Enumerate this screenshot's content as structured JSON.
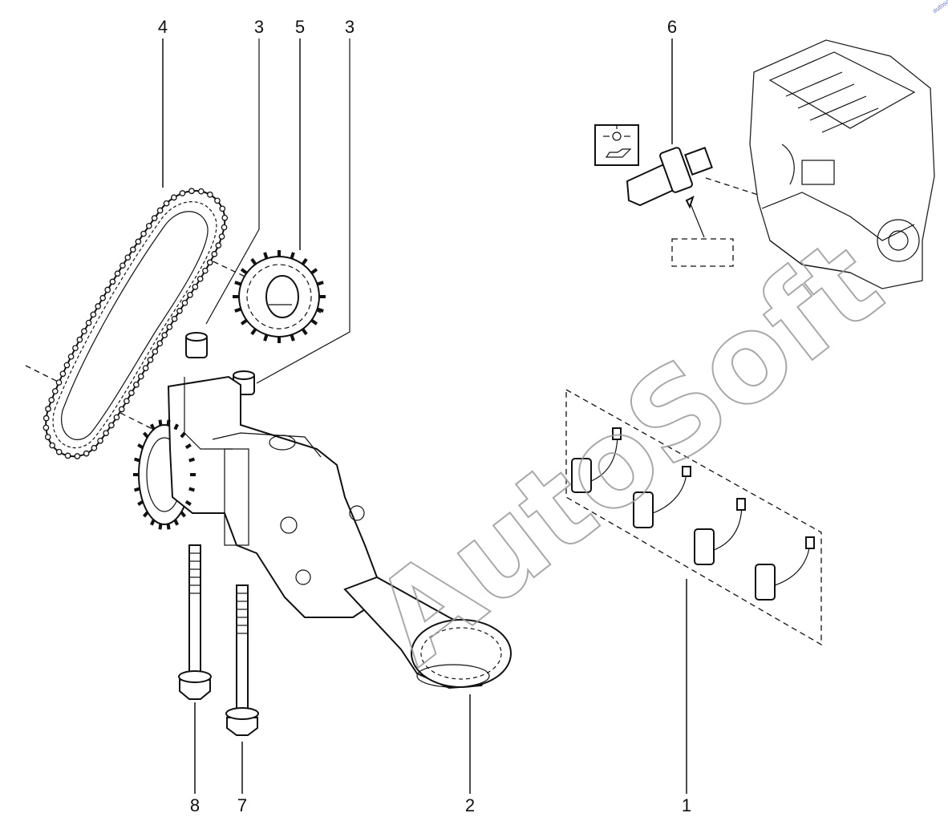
{
  "callouts": {
    "c1": "1",
    "c2": "2",
    "c3a": "3",
    "c3b": "3",
    "c4": "4",
    "c5": "5",
    "c6": "6",
    "c7": "7",
    "c8": "8"
  },
  "watermark": {
    "main": "AutoSoft",
    "corner": "autosoft"
  },
  "icons": {
    "oil_warning": "oil-pressure-warning-icon"
  },
  "colors": {
    "line": "#111111",
    "watermark": "#9a9a9a",
    "corner_mark": "#6b7bd6"
  }
}
